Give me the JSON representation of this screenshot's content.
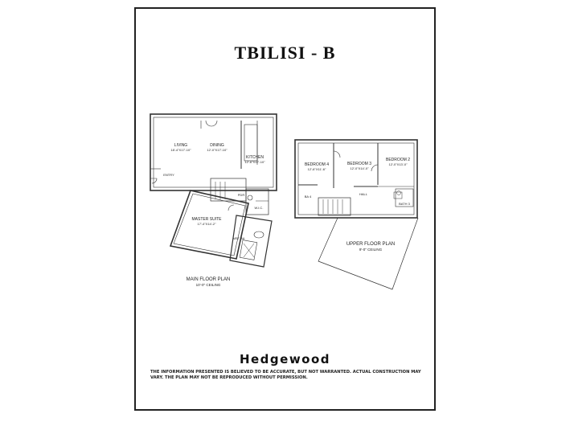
{
  "document": {
    "title": "TBILISI - B",
    "brand": "Hedgewood",
    "disclaimer": "The information presented is believed to be accurate, but not warranted. Actual construction may vary. The plan may not be reproduced without permission."
  },
  "main_floor": {
    "caption": "MAIN FLOOR PLAN",
    "ceiling": "10'-0\" CEILING",
    "rooms": {
      "living": "LIVING",
      "living_dim": "18'-4\"X17'-10\"",
      "dining": "DINING",
      "dining_dim": "12'-0\"X17'-10\"",
      "kitchen": "KITCHEN",
      "kitchen_dim": "12'-6\"X17'-10\"",
      "entry": "ENTRY",
      "pdr": "PDR",
      "master_suite": "MASTER SUITE",
      "master_suite_dim": "17'-4\"X14'-2\"",
      "wic": "W.I.C.",
      "mst_ba": "MST BA"
    }
  },
  "upper_floor": {
    "caption": "UPPER FLOOR PLAN",
    "ceiling": "9'-0\" CEILING",
    "rooms": {
      "bedroom4": "BEDROOM 4",
      "bedroom4_dim": "12'-6\"X11'-6\"",
      "bedroom3": "BEDROOM 3",
      "bedroom3_dim": "12'-0\"X14'-0\"",
      "bedroom2": "BEDROOM 2",
      "bedroom2_dim": "12'-0\"X13'-0\"",
      "ba4": "BA 4",
      "hall": "HALL",
      "bath3": "BATH 3"
    }
  }
}
